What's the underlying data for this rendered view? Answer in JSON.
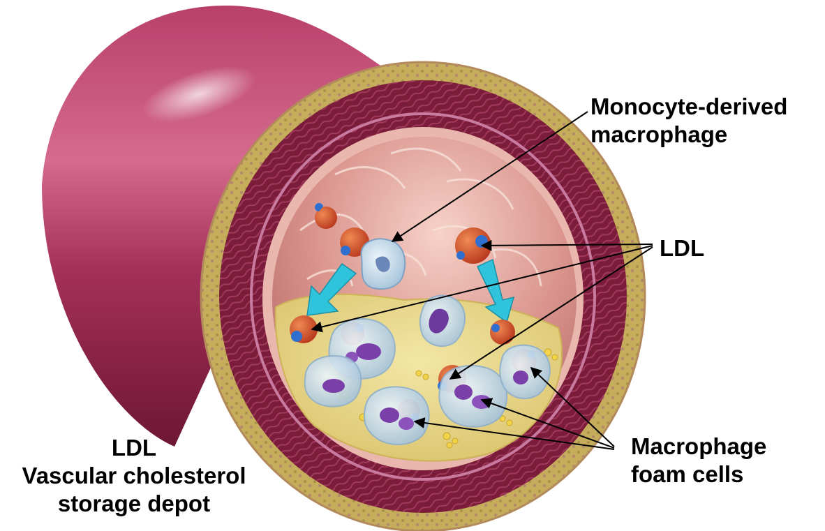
{
  "labels": {
    "monocyte_line1": "Monocyte-derived",
    "monocyte_line2": "macrophage",
    "ldl": "LDL",
    "foam_line1": "Macrophage",
    "foam_line2": "foam cells",
    "depot_line1": "LDL",
    "depot_line2": "Vascular cholesterol",
    "depot_line3": "storage depot"
  },
  "colors": {
    "vessel_outer": "#9e2c4c",
    "adventitia": "#c9b25e",
    "media": "#7d1d3c",
    "intima": "#e8a8a0",
    "plaque": "#e6d27a",
    "ldl_particle": "#d9532a",
    "ldl_band": "#2f6fd0",
    "macrophage": "#a9c7de",
    "foam_nucleus": "#7a3fa8",
    "flow_arrow": "#2fc4dc"
  }
}
